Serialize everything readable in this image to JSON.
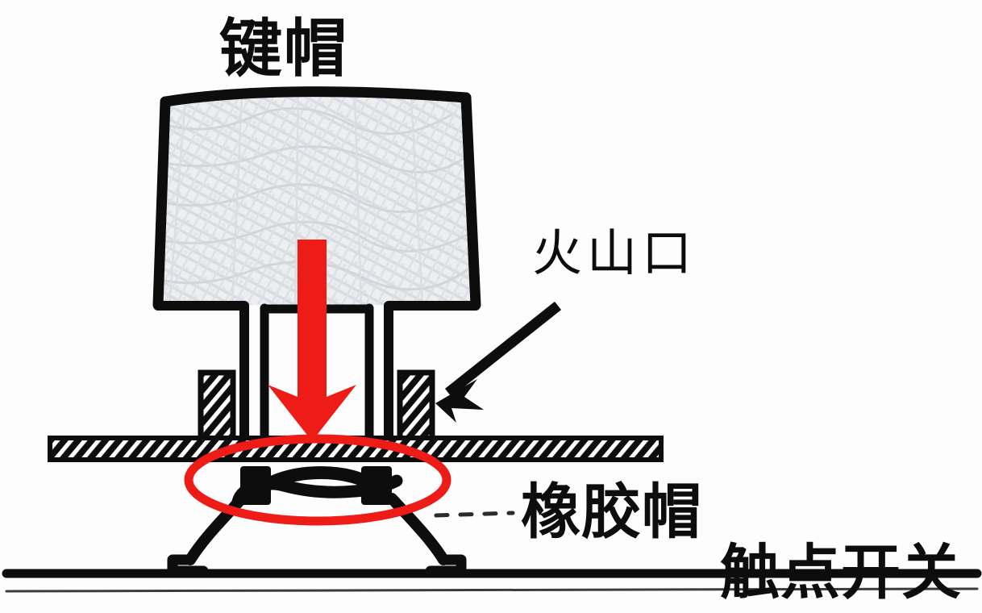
{
  "diagram": {
    "title_label": "键帽",
    "labels": {
      "keycap": "键帽",
      "crater": "火山口",
      "rubber_cap": "橡胶帽",
      "contact_switch": "触点开关"
    },
    "colors": {
      "background": "#fdfdfd",
      "ink": "#0d0d0d",
      "accent_red": "#ED1C17",
      "keycap_fill": "#eceef0",
      "keycap_texture": "#d6dade"
    },
    "parts": [
      {
        "name": "keycap",
        "label": "键帽",
        "description": "Trapezoidal textured keycap body with thick hand-drawn black outline"
      },
      {
        "name": "keycap-stem",
        "label": "",
        "description": "Two vertical stem legs descending from the keycap underside"
      },
      {
        "name": "volcano-crater",
        "label": "火山口",
        "description": "Hatched vertical guide walls rising from the mounting plate"
      },
      {
        "name": "mounting-plate",
        "label": "",
        "description": "Horizontal hatched plate spanning the width of the switch"
      },
      {
        "name": "rubber-cap",
        "label": "橡胶帽",
        "description": "Black rubber dome with two pillar nubs and flared skirt legs"
      },
      {
        "name": "contact-switch",
        "label": "触点开关",
        "description": "PCB contact line at the base of the assembly"
      }
    ],
    "annotations": [
      {
        "name": "press-arrow",
        "kind": "arrow",
        "color": "#ED1C17",
        "direction": "down",
        "meaning": "keypress force travelling down the stem"
      },
      {
        "name": "crater-pointer-arrow",
        "kind": "arrow",
        "color": "#0d0d0d",
        "direction": "down-left",
        "meaning": "points at the volcano crater wall"
      },
      {
        "name": "highlight-ellipse",
        "kind": "ellipse",
        "color": "#ED1C17",
        "meaning": "highlights the rubber dome region"
      },
      {
        "name": "rubber-cap-leader",
        "kind": "dashed-line",
        "color": "#3a3a3a",
        "meaning": "connects highlight ellipse to the 橡胶帽 label"
      }
    ]
  }
}
